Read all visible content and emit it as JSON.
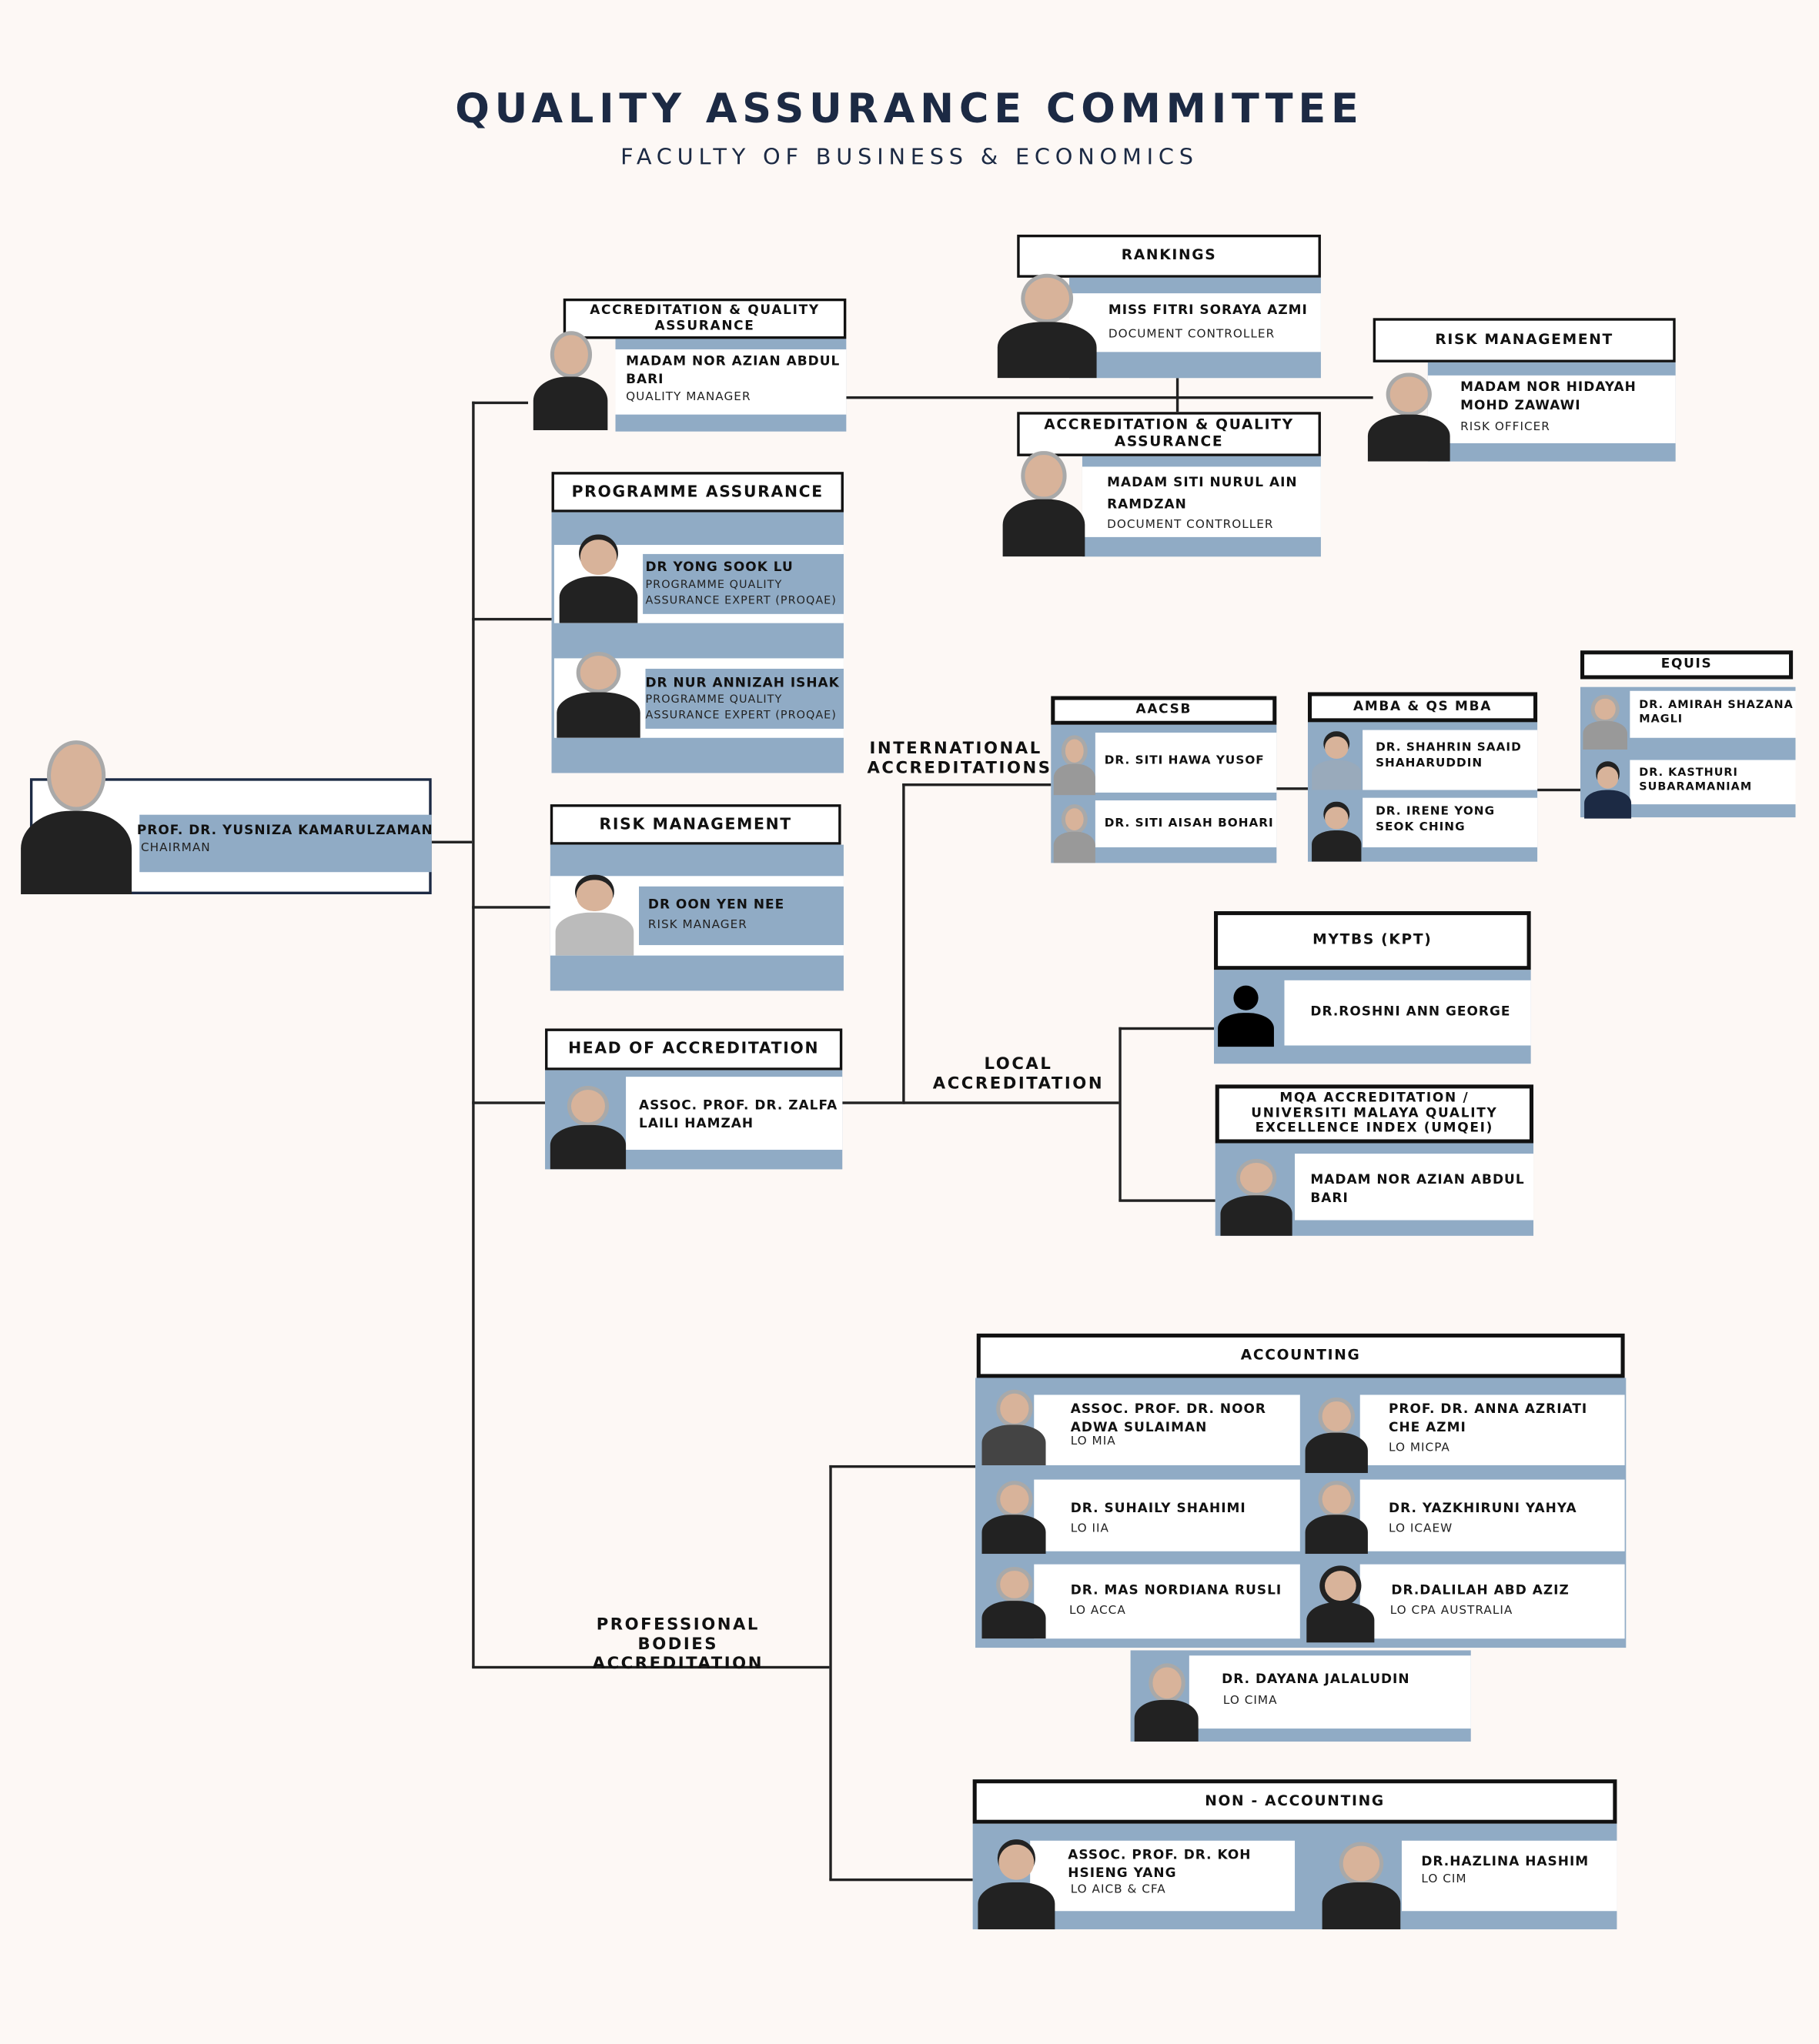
{
  "title": "QUALITY ASSURANCE COMMITTEE",
  "subtitle": "FACULTY OF BUSINESS & ECONOMICS",
  "chairman": {
    "name": "PROF. DR. YUSNIZA KAMARULZAMAN",
    "role": "CHAIRMAN"
  },
  "aqa1": {
    "header": "ACCREDITATION & QUALITY ASSURANCE",
    "name": "MADAM NOR AZIAN ABDUL BARI",
    "role": "QUALITY MANAGER"
  },
  "rankings": {
    "header": "RANKINGS",
    "name": "MISS FITRI SORAYA AZMI",
    "role": "DOCUMENT CONTROLLER"
  },
  "aqa2": {
    "header": "ACCREDITATION & QUALITY ASSURANCE",
    "name": "MADAM SITI NURUL AIN RAMDZAN",
    "role": "DOCUMENT CONTROLLER"
  },
  "risk_top": {
    "header": "RISK MANAGEMENT",
    "name": "MADAM NOR HIDAYAH MOHD ZAWAWI",
    "role": "RISK OFFICER"
  },
  "programme": {
    "header": "PROGRAMME ASSURANCE",
    "members": [
      {
        "name": "DR YONG SOOK LU",
        "role": "PROGRAMME QUALITY ASSURANCE EXPERT (PROQAE)"
      },
      {
        "name": "DR NUR ANNIZAH ISHAK",
        "role": "PROGRAMME QUALITY ASSURANCE EXPERT (PROQAE)"
      }
    ]
  },
  "risk": {
    "header": "RISK MANAGEMENT",
    "name": "DR OON YEN NEE",
    "role": "RISK MANAGER"
  },
  "head_accreditation": {
    "header": "HEAD OF ACCREDITATION",
    "name": "ASSOC. PROF. DR. ZALFA LAILI HAMZAH"
  },
  "international": {
    "label": "INTERNATIONAL ACCREDITATIONS",
    "aacsb": {
      "header": "AACSB",
      "members": [
        {
          "name": "DR. SITI HAWA YUSOF"
        },
        {
          "name": "DR. SITI AISAH BOHARI"
        }
      ]
    },
    "amba": {
      "header": "AMBA & QS MBA",
      "members": [
        {
          "name": "DR. SHAHRIN SAAID SHAHARUDDIN"
        },
        {
          "name": "DR. IRENE YONG SEOK CHING"
        }
      ]
    },
    "equis": {
      "header": "EQUIS",
      "members": [
        {
          "name": "DR. AMIRAH SHAZANA MAGLI"
        },
        {
          "name": "DR. KASTHURI SUBARAMANIAM"
        }
      ]
    }
  },
  "local": {
    "label": "LOCAL ACCREDITATION",
    "mytbs": {
      "header": "MYTBS (KPT)",
      "name": "DR.ROSHNI ANN GEORGE"
    },
    "mqa": {
      "header": "MQA ACCREDITATION / UNIVERSITI MALAYA QUALITY EXCELLENCE INDEX (UMQEI)",
      "name": "MADAM NOR AZIAN ABDUL BARI"
    }
  },
  "professional": {
    "label": "PROFESSIONAL BODIES ACCREDITATION",
    "accounting": {
      "header": "ACCOUNTING",
      "members": [
        {
          "name": "ASSOC. PROF. DR. NOOR ADWA SULAIMAN",
          "role": "LO MIA"
        },
        {
          "name": "PROF. DR. ANNA AZRIATI CHE AZMI",
          "role": "LO MICPA"
        },
        {
          "name": "DR. SUHAILY SHAHIMI",
          "role": "LO IIA"
        },
        {
          "name": "DR. YAZKHIRUNI YAHYA",
          "role": "LO ICAEW"
        },
        {
          "name": "DR. MAS NORDIANA RUSLI",
          "role": "LO ACCA"
        },
        {
          "name": "DR.DALILAH ABD AZIZ",
          "role": "LO CPA AUSTRALIA"
        },
        {
          "name": "DR. DAYANA JALALUDIN",
          "role": "LO CIMA"
        }
      ]
    },
    "non_accounting": {
      "header": "NON - ACCOUNTING",
      "members": [
        {
          "name": "ASSOC. PROF. DR. KOH HSIENG YANG",
          "role": "LO AICB & CFA"
        },
        {
          "name": "DR.HAZLINA HASHIM",
          "role": "LO CIM"
        }
      ]
    }
  },
  "colors": {
    "panel": "#90abc5",
    "title": "#1c2a44",
    "background": "#fdf8f5"
  }
}
